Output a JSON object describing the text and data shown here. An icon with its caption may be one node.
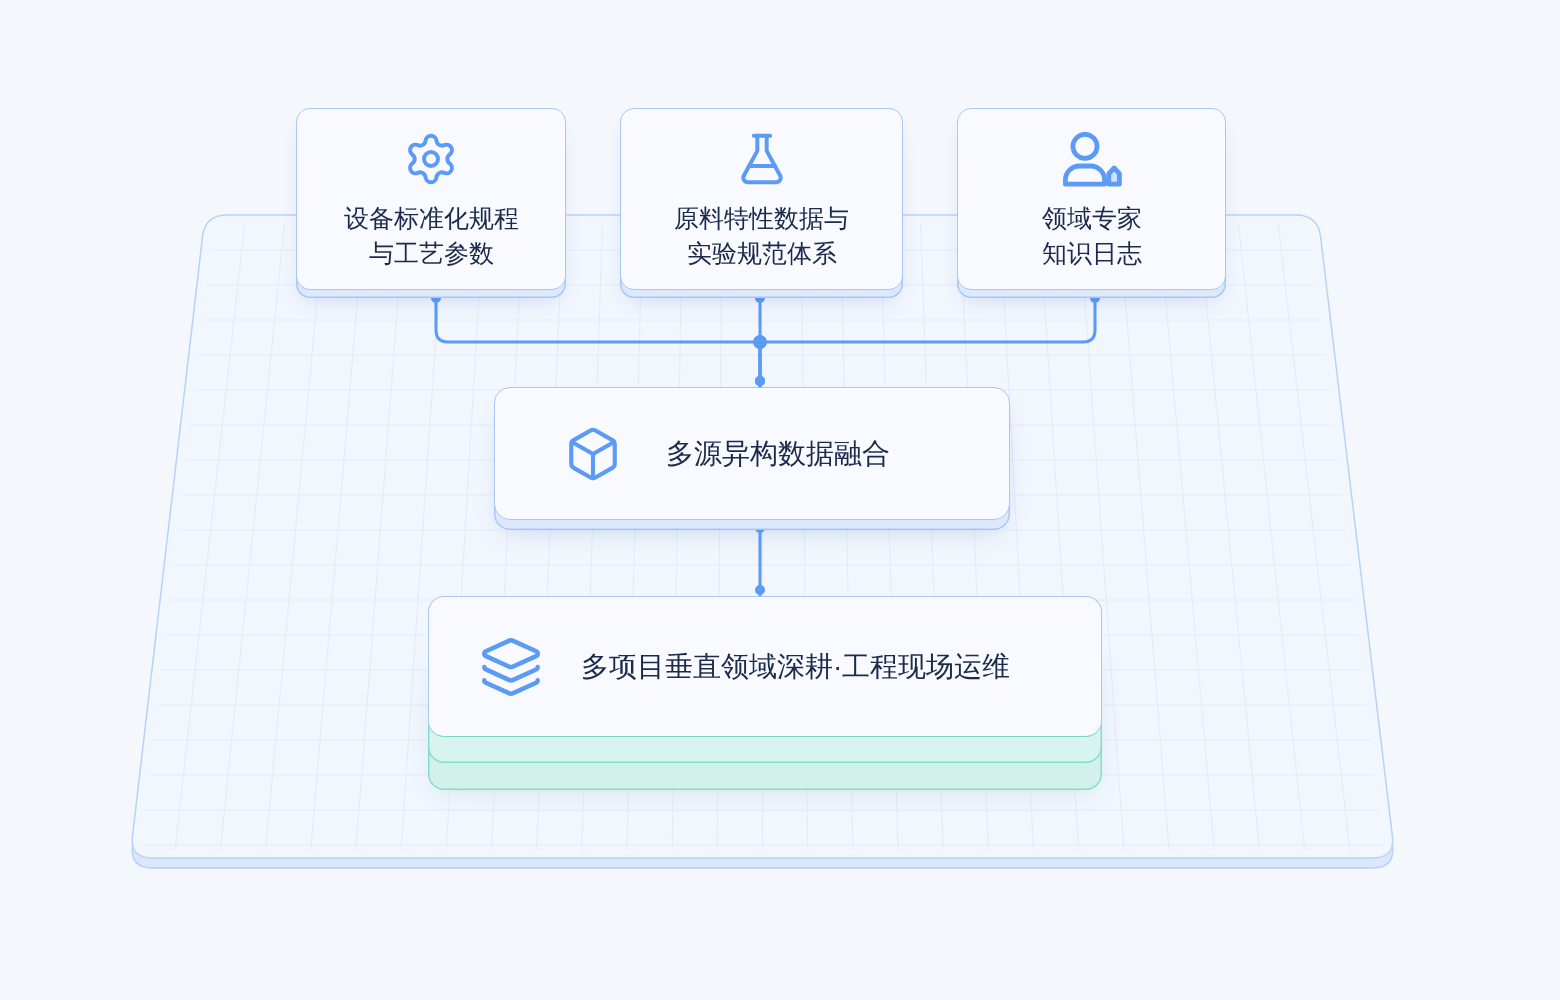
{
  "diagram": {
    "nodes": [
      {
        "text": [
          "设备标准化规程与工艺参数"
        ]
      },
      {
        "text": [
          "原料特性数据与实验规范体系"
        ]
      },
      {
        "text": [
          "领域专家知识日志"
        ]
      },
      {
        "text": [
          "多源异构数据融合"
        ]
      },
      {
        "text": [
          "多项目垂直领域深耕·工程现场运维"
        ]
      }
    ],
    "edges": [
      {
        "from": 0,
        "to": 3,
        "arrow": "other"
      },
      {
        "from": 1,
        "to": 3,
        "arrow": "other"
      },
      {
        "from": 2,
        "to": 3,
        "arrow": "other"
      },
      {
        "from": 3,
        "to": 4,
        "arrow": "other"
      }
    ]
  }
}
